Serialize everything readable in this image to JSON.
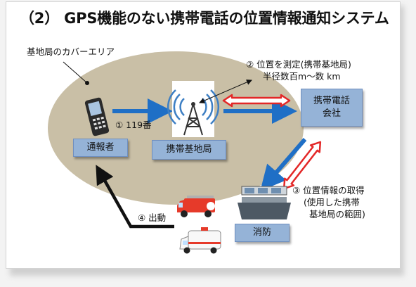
{
  "title": "（2） GPS機能のない携帯電話の位置情報通知システム",
  "coverage_label": "基地局のカバーエリア",
  "nodes": {
    "reporter": "通報者",
    "base_station": "携帯基地局",
    "carrier": "携帯電話\n会社",
    "fire_dept": "消防"
  },
  "steps": {
    "step1": "① 119番",
    "step2_line1": "② 位置を測定(携帯基地局)",
    "step2_line2": "半径数百m～数 km",
    "step3_line1": "③ 位置情報の取得",
    "step3_line2": "(使用した携帯",
    "step3_line3": "基地局の範囲)",
    "step4": "④ 出動"
  },
  "colors": {
    "coverage_area": "#c9bfa6",
    "box_fill": "#95b3d7",
    "blue_arrow": "#1f6fc6",
    "red_arrow": "#e32727",
    "fire_truck": "#e63a2a"
  }
}
